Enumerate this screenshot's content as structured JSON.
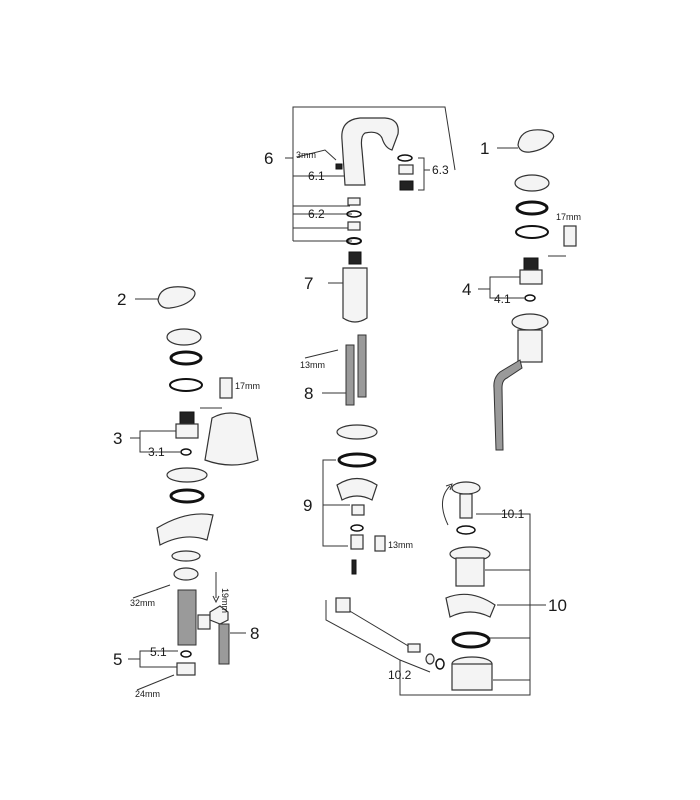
{
  "labels": {
    "l1": "1",
    "l2": "2",
    "l3": "3",
    "l3_1": "3.1",
    "l4": "4",
    "l4_1": "4.1",
    "l5": "5",
    "l5_1": "5.1",
    "l6": "6",
    "l6_1": "6.1",
    "l6_2": "6.2",
    "l6_3": "6.3",
    "l7": "7",
    "l8a": "8",
    "l8b": "8",
    "l9": "9",
    "l10": "10",
    "l10_1": "10.1",
    "l10_2": "10.2"
  },
  "tools": {
    "hex_3mm": "3mm",
    "wrench_17mm_right": "17mm",
    "wrench_17mm_left": "17mm",
    "wrench_13mm_upper": "13mm",
    "wrench_13mm_lower": "13mm",
    "wrench_32mm": "32mm",
    "wrench_19mm": "19mm",
    "wrench_24mm": "24mm"
  },
  "colors": {
    "line": "#333333",
    "part_fill": "#f4f4f4",
    "dark": "#222222",
    "hose": "#9a9a9a"
  }
}
